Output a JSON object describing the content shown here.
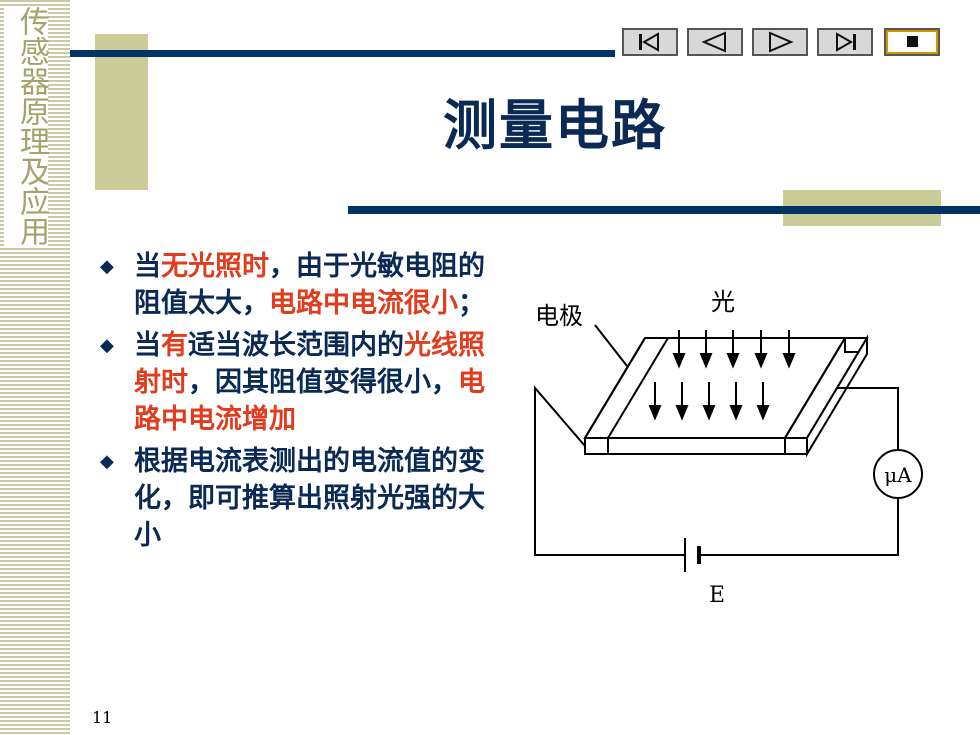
{
  "sidebar": {
    "title": "传感器原理及应用"
  },
  "nav": {
    "first": "first-slide-icon",
    "prev": "previous-slide-icon",
    "next": "next-slide-icon",
    "last": "last-slide-icon",
    "stop": "stop-icon"
  },
  "slide": {
    "title": "测量电路",
    "bullets": [
      {
        "parts": [
          {
            "text": "当",
            "hl": false
          },
          {
            "text": "无光照时",
            "hl": true
          },
          {
            "text": "，由于光敏电阻的阻值太大，",
            "hl": false
          },
          {
            "text": "电路中电流很小",
            "hl": true
          },
          {
            "text": "；",
            "hl": false
          }
        ]
      },
      {
        "parts": [
          {
            "text": "当",
            "hl": false
          },
          {
            "text": "有",
            "hl": true
          },
          {
            "text": "适当波长范围内的",
            "hl": false
          },
          {
            "text": "光线照射时",
            "hl": true
          },
          {
            "text": "，因其阻值变得很小，",
            "hl": false
          },
          {
            "text": "电路中电流增加",
            "hl": true
          }
        ]
      },
      {
        "parts": [
          {
            "text": "根据电流表测出的电流值的变化，即可推算出照射光强的大小",
            "hl": false
          }
        ]
      }
    ],
    "page_number": "11"
  },
  "diagram": {
    "electrode_label": "电极",
    "light_label": "光",
    "ammeter_label": "μA",
    "battery_label": "E"
  },
  "colors": {
    "navy": "#003366",
    "olive": "#cccc99",
    "highlight": "#e03c1e",
    "sidebar_text": "#a3a36c"
  }
}
